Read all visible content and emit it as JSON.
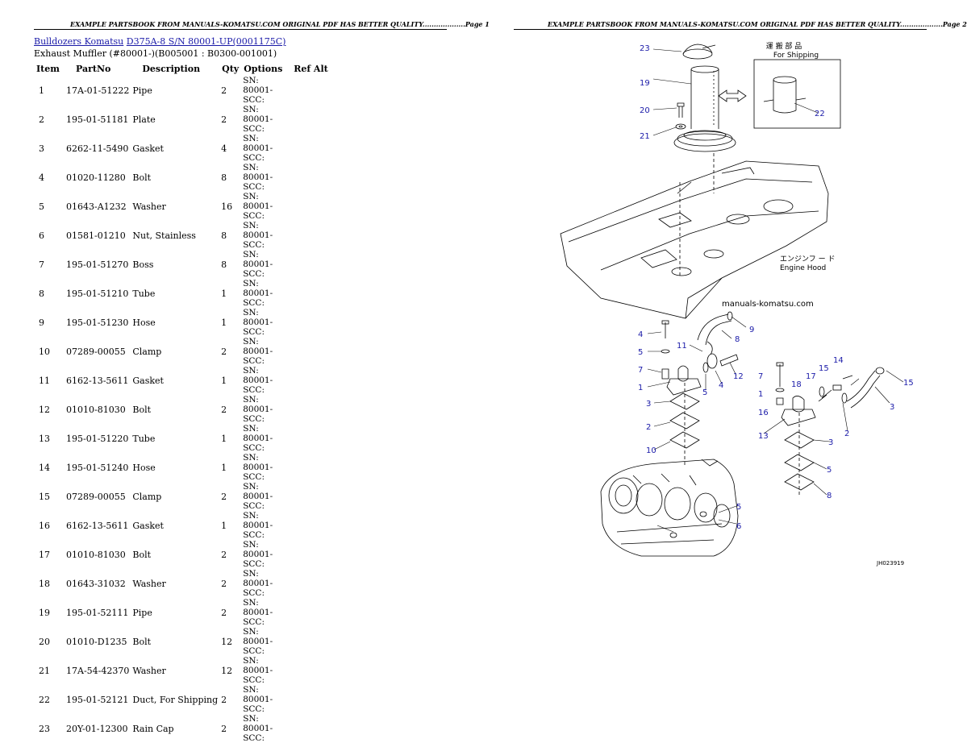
{
  "header": {
    "left_text": "EXAMPLE PARTSBOOK FROM MANUALS-KOMATSU.COM ORIGINAL PDF HAS BETTER QUALITY...................Page 1",
    "right_text": "EXAMPLE PARTSBOOK FROM MANUALS-KOMATSU.COM ORIGINAL PDF HAS BETTER QUALITY...................Page 2"
  },
  "breadcrumb": {
    "link1": "Bulldozers Komatsu",
    "link2": "D375A-8 S/N 80001-UP(0001175C)"
  },
  "subtitle": "Exhaust Muffler (#80001-)(B005001 : B0300-001001)",
  "table": {
    "headers": [
      "Item",
      "PartNo",
      "Description",
      "Qty",
      "Options",
      "Ref Alt"
    ],
    "rows": [
      {
        "item": "1",
        "part": "17A-01-51222",
        "desc": "Pipe",
        "qty": "2",
        "opt": "SN: 80001-SCC:"
      },
      {
        "item": "2",
        "part": "195-01-51181",
        "desc": "Plate",
        "qty": "2",
        "opt": "SN: 80001-SCC:"
      },
      {
        "item": "3",
        "part": "6262-11-5490",
        "desc": "Gasket",
        "qty": "4",
        "opt": "SN: 80001-SCC:"
      },
      {
        "item": "4",
        "part": "01020-11280",
        "desc": "Bolt",
        "qty": "8",
        "opt": "SN: 80001-SCC:"
      },
      {
        "item": "5",
        "part": "01643-A1232",
        "desc": "Washer",
        "qty": "16",
        "opt": "SN: 80001-SCC:"
      },
      {
        "item": "6",
        "part": "01581-01210",
        "desc": "Nut, Stainless",
        "qty": "8",
        "opt": "SN: 80001-SCC:"
      },
      {
        "item": "7",
        "part": "195-01-51270",
        "desc": "Boss",
        "qty": "8",
        "opt": "SN: 80001-SCC:"
      },
      {
        "item": "8",
        "part": "195-01-51210",
        "desc": "Tube",
        "qty": "1",
        "opt": "SN: 80001-SCC:"
      },
      {
        "item": "9",
        "part": "195-01-51230",
        "desc": "Hose",
        "qty": "1",
        "opt": "SN: 80001-SCC:"
      },
      {
        "item": "10",
        "part": "07289-00055",
        "desc": "Clamp",
        "qty": "2",
        "opt": "SN: 80001-SCC:"
      },
      {
        "item": "11",
        "part": "6162-13-5611",
        "desc": "Gasket",
        "qty": "1",
        "opt": "SN: 80001-SCC:"
      },
      {
        "item": "12",
        "part": "01010-81030",
        "desc": "Bolt",
        "qty": "2",
        "opt": "SN: 80001-SCC:"
      },
      {
        "item": "13",
        "part": "195-01-51220",
        "desc": "Tube",
        "qty": "1",
        "opt": "SN: 80001-SCC:"
      },
      {
        "item": "14",
        "part": "195-01-51240",
        "desc": "Hose",
        "qty": "1",
        "opt": "SN: 80001-SCC:"
      },
      {
        "item": "15",
        "part": "07289-00055",
        "desc": "Clamp",
        "qty": "2",
        "opt": "SN: 80001-SCC:"
      },
      {
        "item": "16",
        "part": "6162-13-5611",
        "desc": "Gasket",
        "qty": "1",
        "opt": "SN: 80001-SCC:"
      },
      {
        "item": "17",
        "part": "01010-81030",
        "desc": "Bolt",
        "qty": "2",
        "opt": "SN: 80001-SCC:"
      },
      {
        "item": "18",
        "part": "01643-31032",
        "desc": "Washer",
        "qty": "2",
        "opt": "SN: 80001-SCC:"
      },
      {
        "item": "19",
        "part": "195-01-52111",
        "desc": "Pipe",
        "qty": "2",
        "opt": "SN: 80001-SCC:"
      },
      {
        "item": "20",
        "part": "01010-D1235",
        "desc": "Bolt",
        "qty": "12",
        "opt": "SN: 80001-SCC:"
      },
      {
        "item": "21",
        "part": "17A-54-42370",
        "desc": "Washer",
        "qty": "12",
        "opt": "SN: 80001-SCC:"
      },
      {
        "item": "22",
        "part": "195-01-52121",
        "desc": "Duct, For Shipping",
        "qty": "2",
        "opt": "SN: 80001-SCC:"
      },
      {
        "item": "23",
        "part": "20Y-01-12300",
        "desc": "Rain Cap",
        "qty": "2",
        "opt": "SN: 80001-SCC:"
      }
    ]
  },
  "diagram": {
    "shipping_jp": "運 搬 部 品",
    "shipping_label": "For Shipping",
    "engine_hood_jp": "エンジンフ ー ド",
    "engine_hood_label": "Engine Hood",
    "watermark": "manuals-komatsu.com",
    "figure_code": "JH023919",
    "callouts": [
      "23",
      "19",
      "20",
      "21",
      "22",
      "4",
      "5",
      "7",
      "1",
      "3",
      "2",
      "10",
      "9",
      "8",
      "11",
      "12",
      "4",
      "5",
      "7",
      "1",
      "16",
      "13",
      "18",
      "17",
      "15",
      "14",
      "15",
      "3",
      "2",
      "3",
      "5",
      "8",
      "5",
      "6"
    ],
    "line_color": "#000000",
    "callout_color": "#1a1aa8"
  }
}
